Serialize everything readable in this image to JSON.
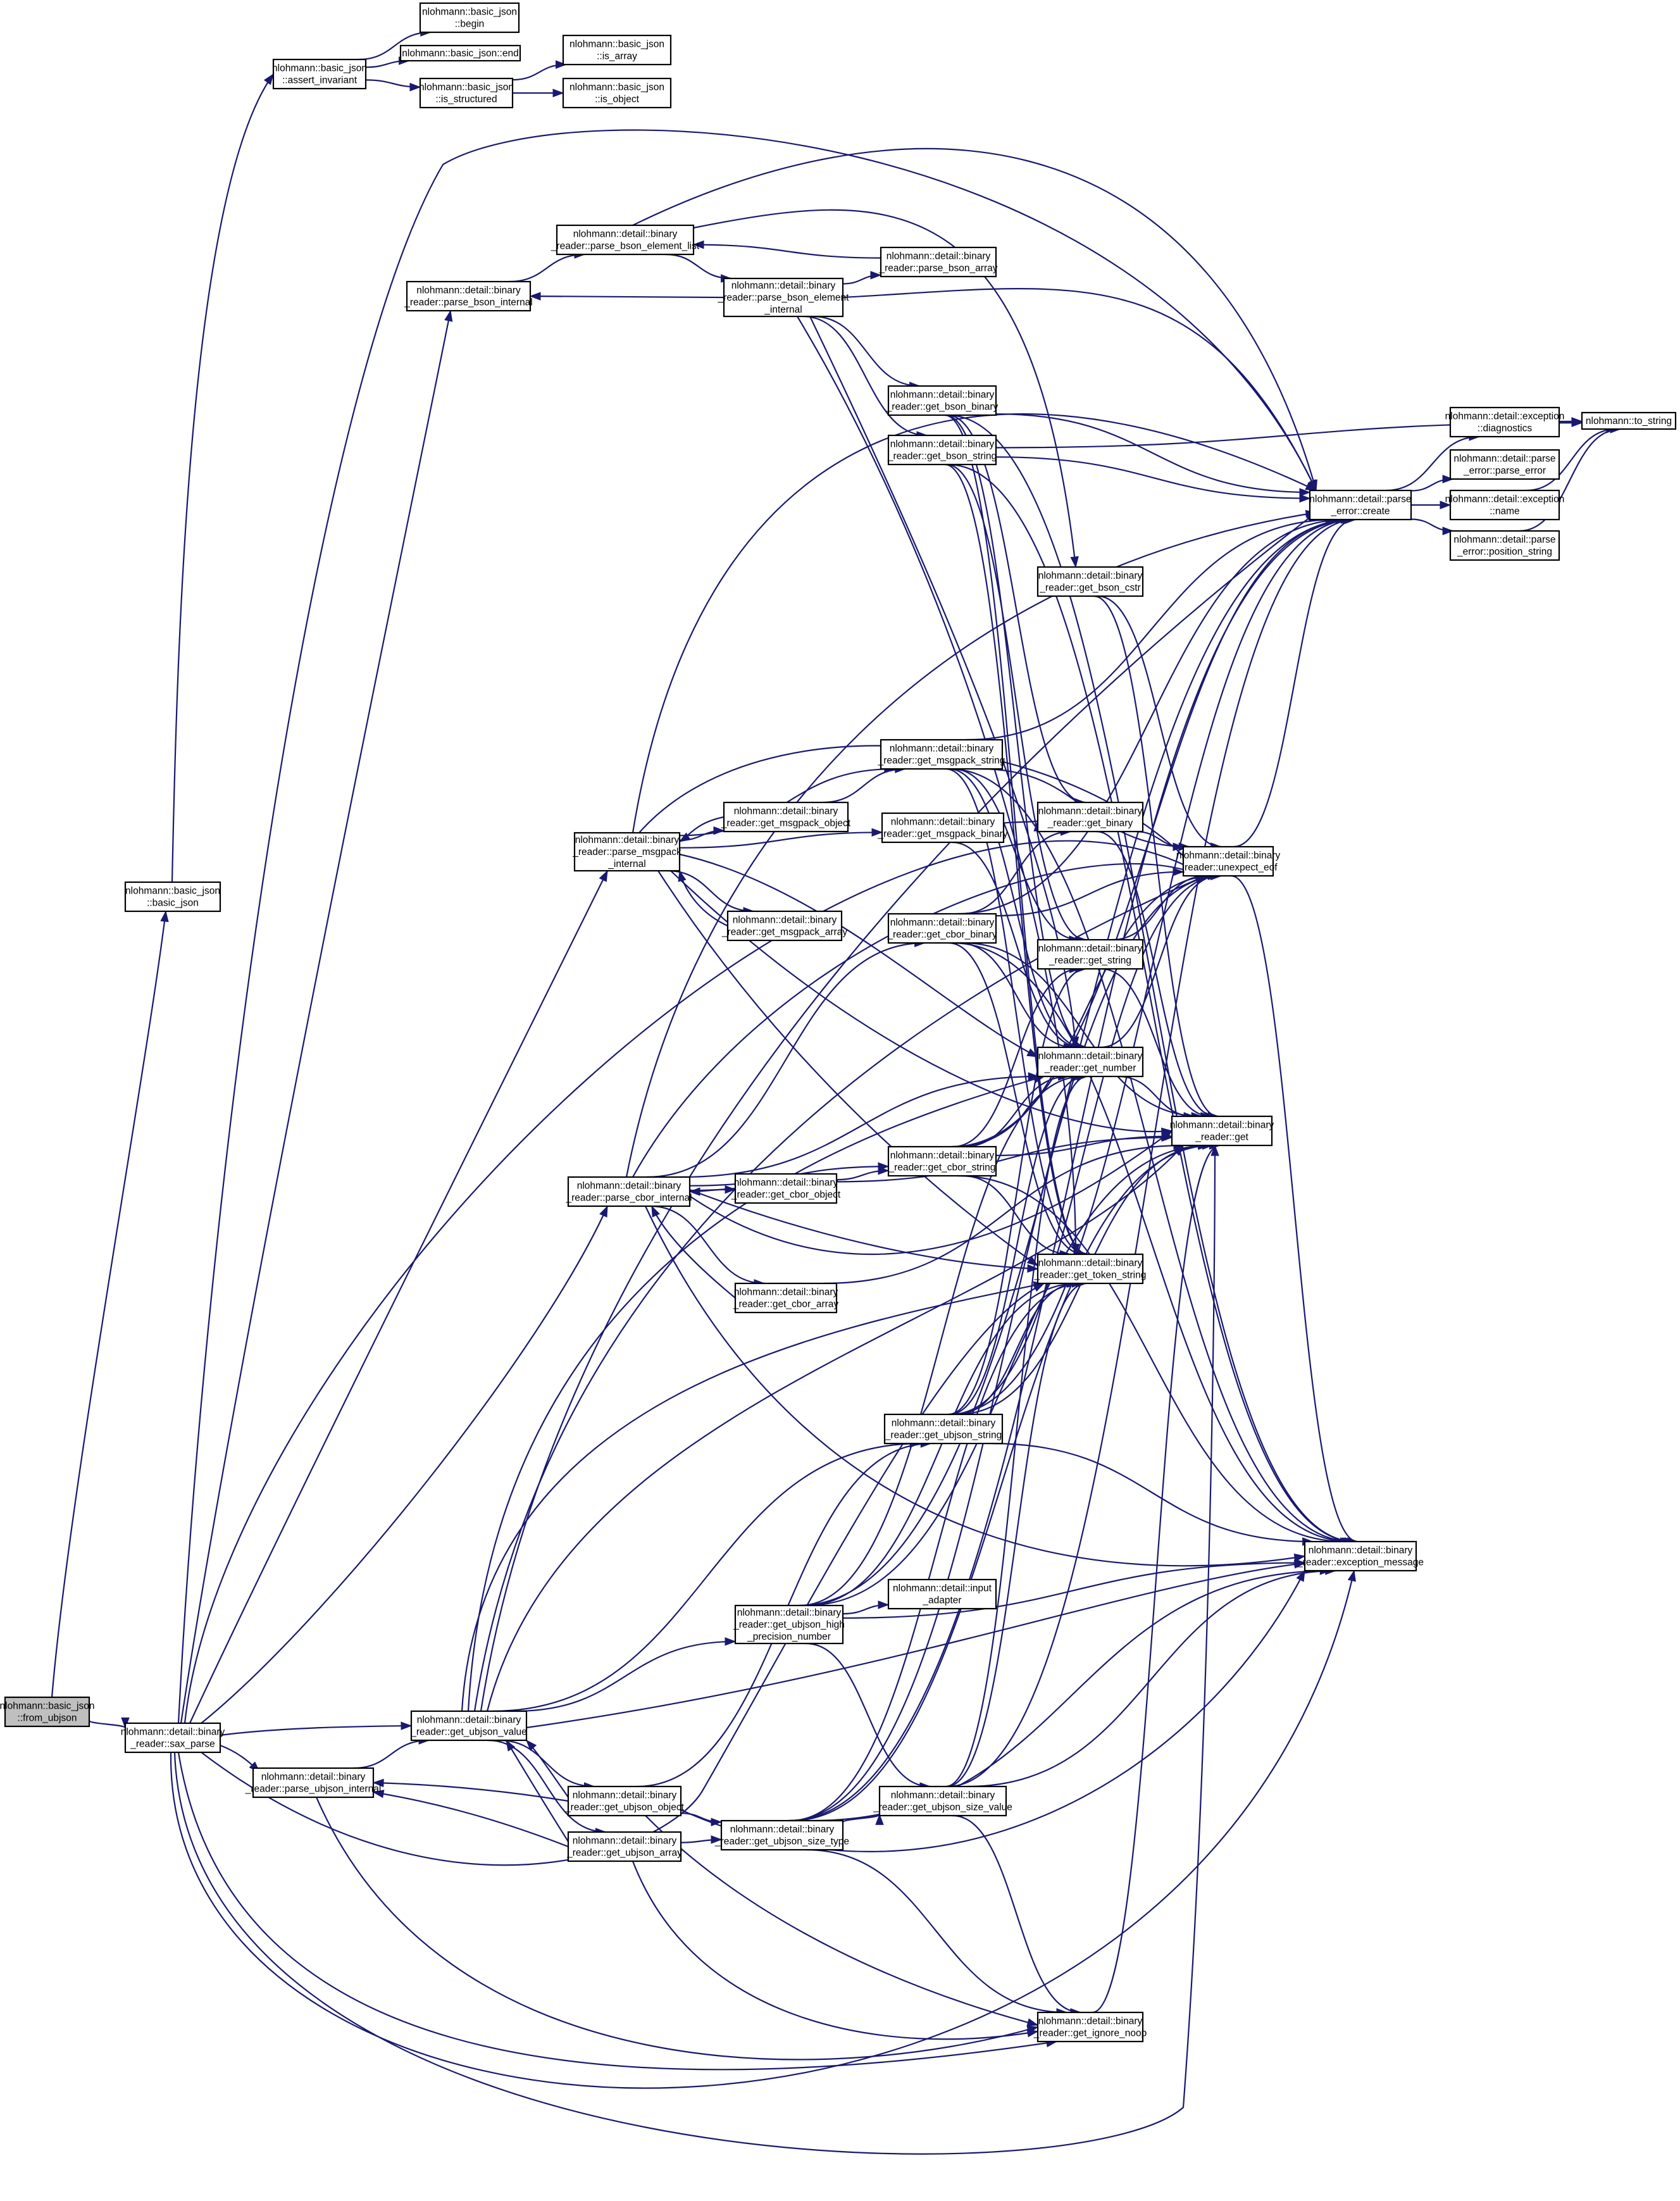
{
  "graph": {
    "nodes": [
      {
        "id": "from_ubjson",
        "lines": [
          "nlohmann::basic_json",
          "::from_ubjson"
        ],
        "root": true
      },
      {
        "id": "sax_parse",
        "lines": [
          "nlohmann::detail::binary",
          "_reader::sax_parse"
        ]
      },
      {
        "id": "basic_json",
        "lines": [
          "nlohmann::basic_json",
          "::basic_json"
        ]
      },
      {
        "id": "assert_invariant",
        "lines": [
          "nlohmann::basic_json",
          "::assert_invariant"
        ]
      },
      {
        "id": "begin",
        "lines": [
          "nlohmann::basic_json",
          "::begin"
        ]
      },
      {
        "id": "end",
        "lines": [
          "nlohmann::basic_json::end"
        ]
      },
      {
        "id": "is_structured",
        "lines": [
          "nlohmann::basic_json",
          "::is_structured"
        ]
      },
      {
        "id": "is_array",
        "lines": [
          "nlohmann::basic_json",
          "::is_array"
        ]
      },
      {
        "id": "is_object",
        "lines": [
          "nlohmann::basic_json",
          "::is_object"
        ]
      },
      {
        "id": "parse_bson_internal",
        "lines": [
          "nlohmann::detail::binary",
          "_reader::parse_bson_internal"
        ]
      },
      {
        "id": "parse_bson_element_list",
        "lines": [
          "nlohmann::detail::binary",
          "_reader::parse_bson_element_list"
        ]
      },
      {
        "id": "parse_bson_element_internal",
        "lines": [
          "nlohmann::detail::binary",
          "_reader::parse_bson_element",
          "_internal"
        ]
      },
      {
        "id": "parse_bson_array",
        "lines": [
          "nlohmann::detail::binary",
          "_reader::parse_bson_array"
        ]
      },
      {
        "id": "get_bson_binary",
        "lines": [
          "nlohmann::detail::binary",
          "_reader::get_bson_binary"
        ]
      },
      {
        "id": "get_bson_string",
        "lines": [
          "nlohmann::detail::binary",
          "_reader::get_bson_string"
        ]
      },
      {
        "id": "get_bson_cstr",
        "lines": [
          "nlohmann::detail::binary",
          "_reader::get_bson_cstr"
        ]
      },
      {
        "id": "parse_error_create",
        "lines": [
          "nlohmann::detail::parse",
          "_error::create"
        ]
      },
      {
        "id": "exception_diagnostics",
        "lines": [
          "nlohmann::detail::exception",
          "::diagnostics"
        ]
      },
      {
        "id": "parse_error_parse_error",
        "lines": [
          "nlohmann::detail::parse",
          "_error::parse_error"
        ]
      },
      {
        "id": "exception_name",
        "lines": [
          "nlohmann::detail::exception",
          "::name"
        ]
      },
      {
        "id": "position_string",
        "lines": [
          "nlohmann::detail::parse",
          "_error::position_string"
        ]
      },
      {
        "id": "to_string",
        "lines": [
          "nlohmann::to_string"
        ]
      },
      {
        "id": "parse_msgpack_internal",
        "lines": [
          "nlohmann::detail::binary",
          "_reader::parse_msgpack",
          "_internal"
        ]
      },
      {
        "id": "get_msgpack_object",
        "lines": [
          "nlohmann::detail::binary",
          "_reader::get_msgpack_object"
        ]
      },
      {
        "id": "get_msgpack_array",
        "lines": [
          "nlohmann::detail::binary",
          "_reader::get_msgpack_array"
        ]
      },
      {
        "id": "get_msgpack_string",
        "lines": [
          "nlohmann::detail::binary",
          "_reader::get_msgpack_string"
        ]
      },
      {
        "id": "get_msgpack_binary",
        "lines": [
          "nlohmann::detail::binary",
          "_reader::get_msgpack_binary"
        ]
      },
      {
        "id": "get_binary",
        "lines": [
          "nlohmann::detail::binary",
          "_reader::get_binary"
        ]
      },
      {
        "id": "unexpect_eof",
        "lines": [
          "nlohmann::detail::binary",
          "_reader::unexpect_eof"
        ]
      },
      {
        "id": "get_cbor_binary",
        "lines": [
          "nlohmann::detail::binary",
          "_reader::get_cbor_binary"
        ]
      },
      {
        "id": "get_string",
        "lines": [
          "nlohmann::detail::binary",
          "_reader::get_string"
        ]
      },
      {
        "id": "get_number",
        "lines": [
          "nlohmann::detail::binary",
          "_reader::get_number"
        ]
      },
      {
        "id": "get",
        "lines": [
          "nlohmann::detail::binary",
          "_reader::get"
        ]
      },
      {
        "id": "parse_cbor_internal",
        "lines": [
          "nlohmann::detail::binary",
          "_reader::parse_cbor_internal"
        ]
      },
      {
        "id": "get_cbor_object",
        "lines": [
          "nlohmann::detail::binary",
          "_reader::get_cbor_object"
        ]
      },
      {
        "id": "get_cbor_string",
        "lines": [
          "nlohmann::detail::binary",
          "_reader::get_cbor_string"
        ]
      },
      {
        "id": "get_cbor_array",
        "lines": [
          "nlohmann::detail::binary",
          "_reader::get_cbor_array"
        ]
      },
      {
        "id": "get_token_string",
        "lines": [
          "nlohmann::detail::binary",
          "_reader::get_token_string"
        ]
      },
      {
        "id": "get_ubjson_string",
        "lines": [
          "nlohmann::detail::binary",
          "_reader::get_ubjson_string"
        ]
      },
      {
        "id": "exception_message",
        "lines": [
          "nlohmann::detail::binary",
          "_reader::exception_message"
        ]
      },
      {
        "id": "input_adapter",
        "lines": [
          "nlohmann::detail::input",
          "_adapter"
        ]
      },
      {
        "id": "get_ubjson_high_precision_number",
        "lines": [
          "nlohmann::detail::binary",
          "_reader::get_ubjson_high",
          "_precision_number"
        ]
      },
      {
        "id": "get_ubjson_value",
        "lines": [
          "nlohmann::detail::binary",
          "_reader::get_ubjson_value"
        ]
      },
      {
        "id": "parse_ubjson_internal",
        "lines": [
          "nlohmann::detail::binary",
          "_reader::parse_ubjson_internal"
        ]
      },
      {
        "id": "get_ubjson_object",
        "lines": [
          "nlohmann::detail::binary",
          "_reader::get_ubjson_object"
        ]
      },
      {
        "id": "get_ubjson_array",
        "lines": [
          "nlohmann::detail::binary",
          "_reader::get_ubjson_array"
        ]
      },
      {
        "id": "get_ubjson_size_type",
        "lines": [
          "nlohmann::detail::binary",
          "_reader::get_ubjson_size_type"
        ]
      },
      {
        "id": "get_ubjson_size_value",
        "lines": [
          "nlohmann::detail::binary",
          "_reader::get_ubjson_size_value"
        ]
      },
      {
        "id": "get_ignore_noop",
        "lines": [
          "nlohmann::detail::binary",
          "_reader::get_ignore_noop"
        ]
      }
    ],
    "edges": [
      [
        "from_ubjson",
        "basic_json"
      ],
      [
        "from_ubjson",
        "sax_parse"
      ],
      [
        "basic_json",
        "assert_invariant"
      ],
      [
        "assert_invariant",
        "begin"
      ],
      [
        "assert_invariant",
        "end"
      ],
      [
        "assert_invariant",
        "is_structured"
      ],
      [
        "is_structured",
        "is_array"
      ],
      [
        "is_structured",
        "is_object"
      ],
      [
        "sax_parse",
        "parse_error_create"
      ],
      [
        "sax_parse",
        "parse_bson_internal"
      ],
      [
        "sax_parse",
        "unexpect_eof"
      ],
      [
        "sax_parse",
        "parse_msgpack_internal"
      ],
      [
        "sax_parse",
        "parse_cbor_internal"
      ],
      [
        "sax_parse",
        "parse_ubjson_internal"
      ],
      [
        "sax_parse",
        "get_ubjson_value"
      ],
      [
        "sax_parse",
        "get_token_string"
      ],
      [
        "sax_parse",
        "get_ignore_noop"
      ],
      [
        "sax_parse",
        "get"
      ],
      [
        "sax_parse",
        "exception_message"
      ],
      [
        "parse_bson_internal",
        "parse_bson_element_list"
      ],
      [
        "parse_bson_element_list",
        "parse_bson_element_internal"
      ],
      [
        "parse_bson_element_list",
        "get_bson_cstr"
      ],
      [
        "parse_bson_element_list",
        "parse_error_create"
      ],
      [
        "parse_bson_element_internal",
        "parse_bson_internal"
      ],
      [
        "parse_bson_element_internal",
        "parse_bson_array"
      ],
      [
        "parse_bson_element_internal",
        "get_bson_binary"
      ],
      [
        "parse_bson_element_internal",
        "get_bson_string"
      ],
      [
        "parse_bson_element_internal",
        "get_number"
      ],
      [
        "parse_bson_element_internal",
        "parse_error_create"
      ],
      [
        "parse_bson_element_internal",
        "get_token_string"
      ],
      [
        "parse_bson_array",
        "parse_bson_element_list"
      ],
      [
        "get_bson_binary",
        "parse_error_create"
      ],
      [
        "get_bson_binary",
        "get_binary"
      ],
      [
        "get_bson_binary",
        "get_number"
      ],
      [
        "get_bson_binary",
        "exception_message"
      ],
      [
        "get_bson_binary",
        "get_token_string"
      ],
      [
        "get_bson_string",
        "parse_error_create"
      ],
      [
        "get_bson_string",
        "get_string"
      ],
      [
        "get_bson_string",
        "to_string"
      ],
      [
        "get_bson_string",
        "exception_message"
      ],
      [
        "get_bson_string",
        "get_token_string"
      ],
      [
        "get_bson_cstr",
        "get"
      ],
      [
        "get_bson_cstr",
        "unexpect_eof"
      ],
      [
        "parse_error_create",
        "exception_diagnostics"
      ],
      [
        "parse_error_create",
        "parse_error_parse_error"
      ],
      [
        "parse_error_create",
        "exception_name"
      ],
      [
        "parse_error_create",
        "position_string"
      ],
      [
        "exception_diagnostics",
        "to_string"
      ],
      [
        "exception_name",
        "to_string"
      ],
      [
        "position_string",
        "to_string"
      ],
      [
        "parse_msgpack_internal",
        "get_msgpack_object"
      ],
      [
        "parse_msgpack_internal",
        "get_msgpack_array"
      ],
      [
        "parse_msgpack_internal",
        "get_msgpack_string"
      ],
      [
        "parse_msgpack_internal",
        "get_msgpack_binary"
      ],
      [
        "parse_msgpack_internal",
        "get_number"
      ],
      [
        "parse_msgpack_internal",
        "get"
      ],
      [
        "parse_msgpack_internal",
        "unexpect_eof"
      ],
      [
        "parse_msgpack_internal",
        "parse_error_create"
      ],
      [
        "parse_msgpack_internal",
        "get_token_string"
      ],
      [
        "get_msgpack_object",
        "parse_msgpack_internal"
      ],
      [
        "get_msgpack_object",
        "get_msgpack_string"
      ],
      [
        "get_msgpack_array",
        "parse_msgpack_internal"
      ],
      [
        "get_msgpack_string",
        "parse_error_create"
      ],
      [
        "get_msgpack_string",
        "unexpect_eof"
      ],
      [
        "get_msgpack_string",
        "get_string"
      ],
      [
        "get_msgpack_string",
        "get_number"
      ],
      [
        "get_msgpack_string",
        "get_token_string"
      ],
      [
        "get_msgpack_string",
        "exception_message"
      ],
      [
        "get_msgpack_binary",
        "get_binary"
      ],
      [
        "get_msgpack_binary",
        "get_number"
      ],
      [
        "get_binary",
        "unexpect_eof"
      ],
      [
        "get_binary",
        "get"
      ],
      [
        "unexpect_eof",
        "parse_error_create"
      ],
      [
        "unexpect_eof",
        "exception_message"
      ],
      [
        "get_cbor_binary",
        "get_binary"
      ],
      [
        "get_cbor_binary",
        "get_number"
      ],
      [
        "get_cbor_binary",
        "unexpect_eof"
      ],
      [
        "get_cbor_binary",
        "parse_error_create"
      ],
      [
        "get_cbor_binary",
        "get_token_string"
      ],
      [
        "get_cbor_binary",
        "exception_message"
      ],
      [
        "get_cbor_binary",
        "get"
      ],
      [
        "get_string",
        "unexpect_eof"
      ],
      [
        "get_string",
        "get"
      ],
      [
        "get_number",
        "unexpect_eof"
      ],
      [
        "get_number",
        "get"
      ],
      [
        "parse_cbor_internal",
        "get_cbor_object"
      ],
      [
        "parse_cbor_internal",
        "get_cbor_array"
      ],
      [
        "parse_cbor_internal",
        "get_cbor_string"
      ],
      [
        "parse_cbor_internal",
        "get_cbor_binary"
      ],
      [
        "parse_cbor_internal",
        "get_number"
      ],
      [
        "parse_cbor_internal",
        "get"
      ],
      [
        "parse_cbor_internal",
        "unexpect_eof"
      ],
      [
        "parse_cbor_internal",
        "parse_error_create"
      ],
      [
        "parse_cbor_internal",
        "get_token_string"
      ],
      [
        "parse_cbor_internal",
        "exception_message"
      ],
      [
        "get_cbor_object",
        "parse_cbor_internal"
      ],
      [
        "get_cbor_object",
        "get_cbor_string"
      ],
      [
        "get_cbor_object",
        "get"
      ],
      [
        "get_cbor_array",
        "parse_cbor_internal"
      ],
      [
        "get_cbor_array",
        "get"
      ],
      [
        "get_cbor_string",
        "get_string"
      ],
      [
        "get_cbor_string",
        "get_number"
      ],
      [
        "get_cbor_string",
        "unexpect_eof"
      ],
      [
        "get_cbor_string",
        "parse_error_create"
      ],
      [
        "get_cbor_string",
        "get_token_string"
      ],
      [
        "get_cbor_string",
        "get"
      ],
      [
        "get_cbor_string",
        "exception_message"
      ],
      [
        "get_ubjson_string",
        "get_string"
      ],
      [
        "get_ubjson_string",
        "get_number"
      ],
      [
        "get_ubjson_string",
        "unexpect_eof"
      ],
      [
        "get_ubjson_string",
        "parse_error_create"
      ],
      [
        "get_ubjson_string",
        "get_token_string"
      ],
      [
        "get_ubjson_string",
        "exception_message"
      ],
      [
        "get_ubjson_string",
        "get"
      ],
      [
        "get_ubjson_high_precision_number",
        "input_adapter"
      ],
      [
        "get_ubjson_high_precision_number",
        "get_ubjson_size_value"
      ],
      [
        "get_ubjson_high_precision_number",
        "get_number"
      ],
      [
        "get_ubjson_high_precision_number",
        "parse_error_create"
      ],
      [
        "get_ubjson_high_precision_number",
        "exception_message"
      ],
      [
        "get_ubjson_high_precision_number",
        "get_token_string"
      ],
      [
        "get_ubjson_high_precision_number",
        "get"
      ],
      [
        "get_ubjson_value",
        "get_ubjson_high_precision_number"
      ],
      [
        "get_ubjson_value",
        "get_ubjson_object"
      ],
      [
        "get_ubjson_value",
        "get_ubjson_array"
      ],
      [
        "get_ubjson_value",
        "get_ubjson_string"
      ],
      [
        "get_ubjson_value",
        "get_number"
      ],
      [
        "get_ubjson_value",
        "get"
      ],
      [
        "get_ubjson_value",
        "unexpect_eof"
      ],
      [
        "get_ubjson_value",
        "parse_error_create"
      ],
      [
        "get_ubjson_value",
        "get_token_string"
      ],
      [
        "get_ubjson_value",
        "exception_message"
      ],
      [
        "parse_ubjson_internal",
        "get_ubjson_value"
      ],
      [
        "parse_ubjson_internal",
        "get_ignore_noop"
      ],
      [
        "get_ubjson_object",
        "get_ubjson_value"
      ],
      [
        "get_ubjson_object",
        "parse_ubjson_internal"
      ],
      [
        "get_ubjson_object",
        "get_ubjson_string"
      ],
      [
        "get_ubjson_object",
        "get_ubjson_size_type"
      ],
      [
        "get_ubjson_object",
        "get_ignore_noop"
      ],
      [
        "get_ubjson_object",
        "exception_message"
      ],
      [
        "get_ubjson_array",
        "get_ubjson_value"
      ],
      [
        "get_ubjson_array",
        "parse_ubjson_internal"
      ],
      [
        "get_ubjson_array",
        "get_ubjson_size_type"
      ],
      [
        "get_ubjson_array",
        "get_ignore_noop"
      ],
      [
        "get_ubjson_size_type",
        "get_ubjson_size_value"
      ],
      [
        "get_ubjson_size_type",
        "get_ignore_noop"
      ],
      [
        "get_ubjson_size_type",
        "get"
      ],
      [
        "get_ubjson_size_type",
        "unexpect_eof"
      ],
      [
        "get_ubjson_size_type",
        "parse_error_create"
      ],
      [
        "get_ubjson_size_type",
        "get_token_string"
      ],
      [
        "get_ubjson_size_type",
        "exception_message"
      ],
      [
        "get_ubjson_size_value",
        "get_number"
      ],
      [
        "get_ubjson_size_value",
        "get_ignore_noop"
      ],
      [
        "get_ubjson_size_value",
        "get_token_string"
      ],
      [
        "get_ubjson_size_value",
        "parse_error_create"
      ],
      [
        "get_ubjson_size_value",
        "exception_message"
      ],
      [
        "get_ignore_noop",
        "get"
      ]
    ]
  }
}
